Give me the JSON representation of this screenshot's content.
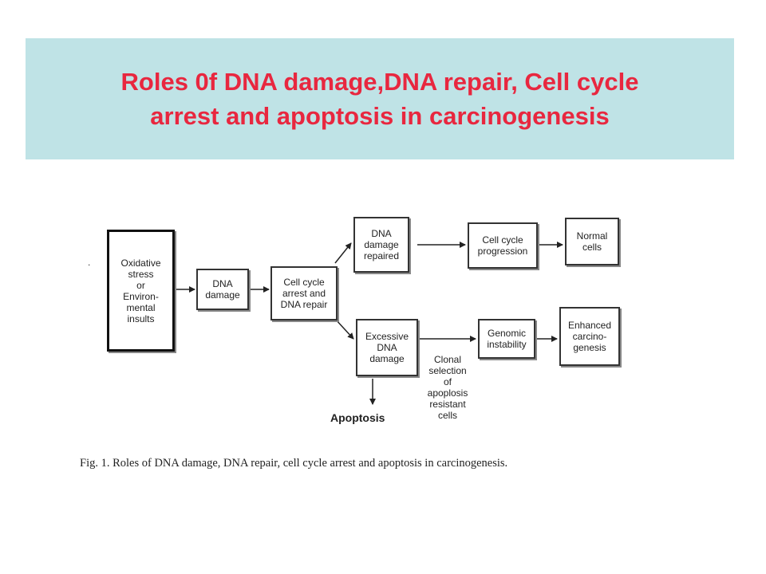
{
  "slide": {
    "title_lines": [
      "Roles 0f DNA damage,DNA repair, Cell cycle",
      "arrest and apoptosis in carcinogenesis"
    ]
  },
  "diagram": {
    "boxes": {
      "oxidative_stress": [
        "Oxidative",
        "stress",
        "or",
        "Environ-",
        "mental",
        "insults"
      ],
      "dna_damage": [
        "DNA",
        "damage"
      ],
      "cell_cycle_arrest": [
        "Cell cycle",
        "arrest and",
        "DNA repair"
      ],
      "dna_damage_repaired": [
        "DNA",
        "damage",
        "repaired"
      ],
      "cell_cycle_progression": [
        "Cell cycle",
        "progression"
      ],
      "normal_cells": [
        "Normal",
        "cells"
      ],
      "excessive_dna_damage": [
        "Excessive",
        "DNA",
        "damage"
      ],
      "genomic_instability": [
        "Genomic",
        "instability"
      ],
      "enhanced_carcinogenesis": [
        "Enhanced",
        "carcino-",
        "genesis"
      ]
    },
    "clonal_note": [
      "Clonal",
      "selection",
      "of",
      "apoplosis",
      "resistant",
      "cells"
    ],
    "apoptosis_label": "Apoptosis",
    "dot": "."
  },
  "figure": {
    "caption": "Fig. 1. Roles of DNA damage, DNA repair, cell cycle arrest and apoptosis in carcinogenesis."
  }
}
